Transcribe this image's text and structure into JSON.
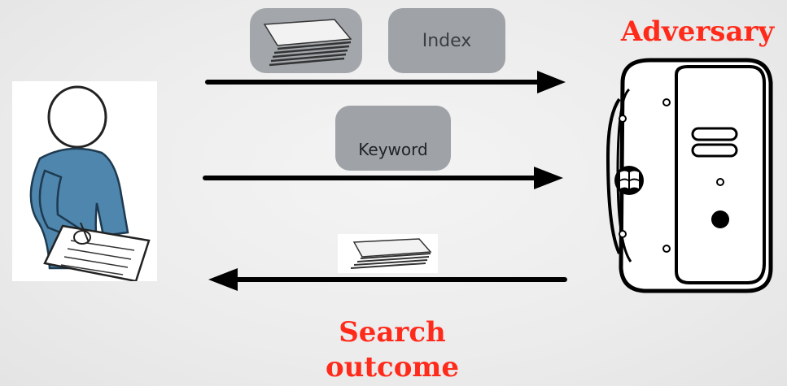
{
  "labels": {
    "index": "Index",
    "keyword": "Keyword",
    "adversary": "Adversary",
    "search_outcome_line1": "Search",
    "search_outcome_line2": "outcome"
  },
  "icons": {
    "user": "user-writing-icon",
    "documents": "document-stack-icon",
    "server": "server-tower-icon"
  },
  "colors": {
    "accent_red": "#ff2a1a",
    "pill_gray": "#9fa3a8",
    "user_blue": "#4f86ad"
  }
}
